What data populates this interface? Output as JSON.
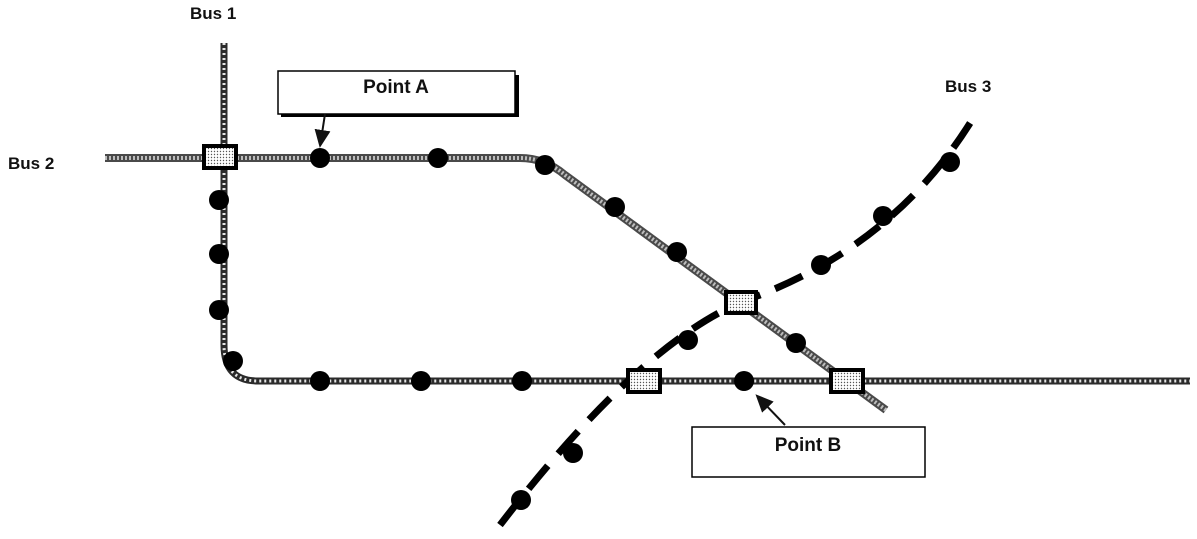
{
  "diagram": {
    "bus_labels": {
      "bus1": "Bus 1",
      "bus2": "Bus 2",
      "bus3": "Bus 3"
    },
    "callouts": {
      "point_a": "Point A",
      "point_b": "Point B"
    }
  }
}
